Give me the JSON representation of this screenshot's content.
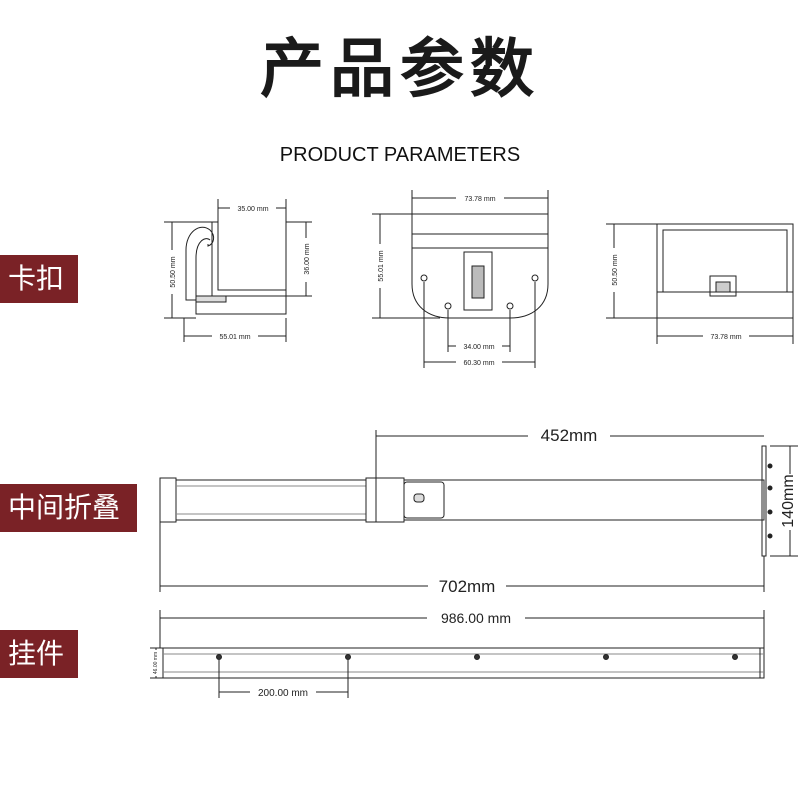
{
  "header": {
    "title": "产品参数",
    "subtitle": "PRODUCT PARAMETERS"
  },
  "sections": {
    "clip": "卡扣",
    "fold": "中间折叠",
    "hang": "挂件"
  },
  "clip_dimensions": {
    "side_top": "35.00 mm",
    "side_height": "50.50 mm",
    "side_inner_height": "36.00 mm",
    "side_width": "55.01 mm",
    "front_width": "73.78 mm",
    "front_height": "55.01 mm",
    "front_hole_inner": "34.00 mm",
    "front_hole_outer": "60.30 mm",
    "back_height": "50.50 mm",
    "back_width": "73.78 mm"
  },
  "fold_dimensions": {
    "extension": "452mm",
    "total_length": "702mm",
    "height": "140mm"
  },
  "hang_dimensions": {
    "length": "986.00 mm",
    "spacing": "200.00 mm",
    "height": "46.00 mm"
  }
}
